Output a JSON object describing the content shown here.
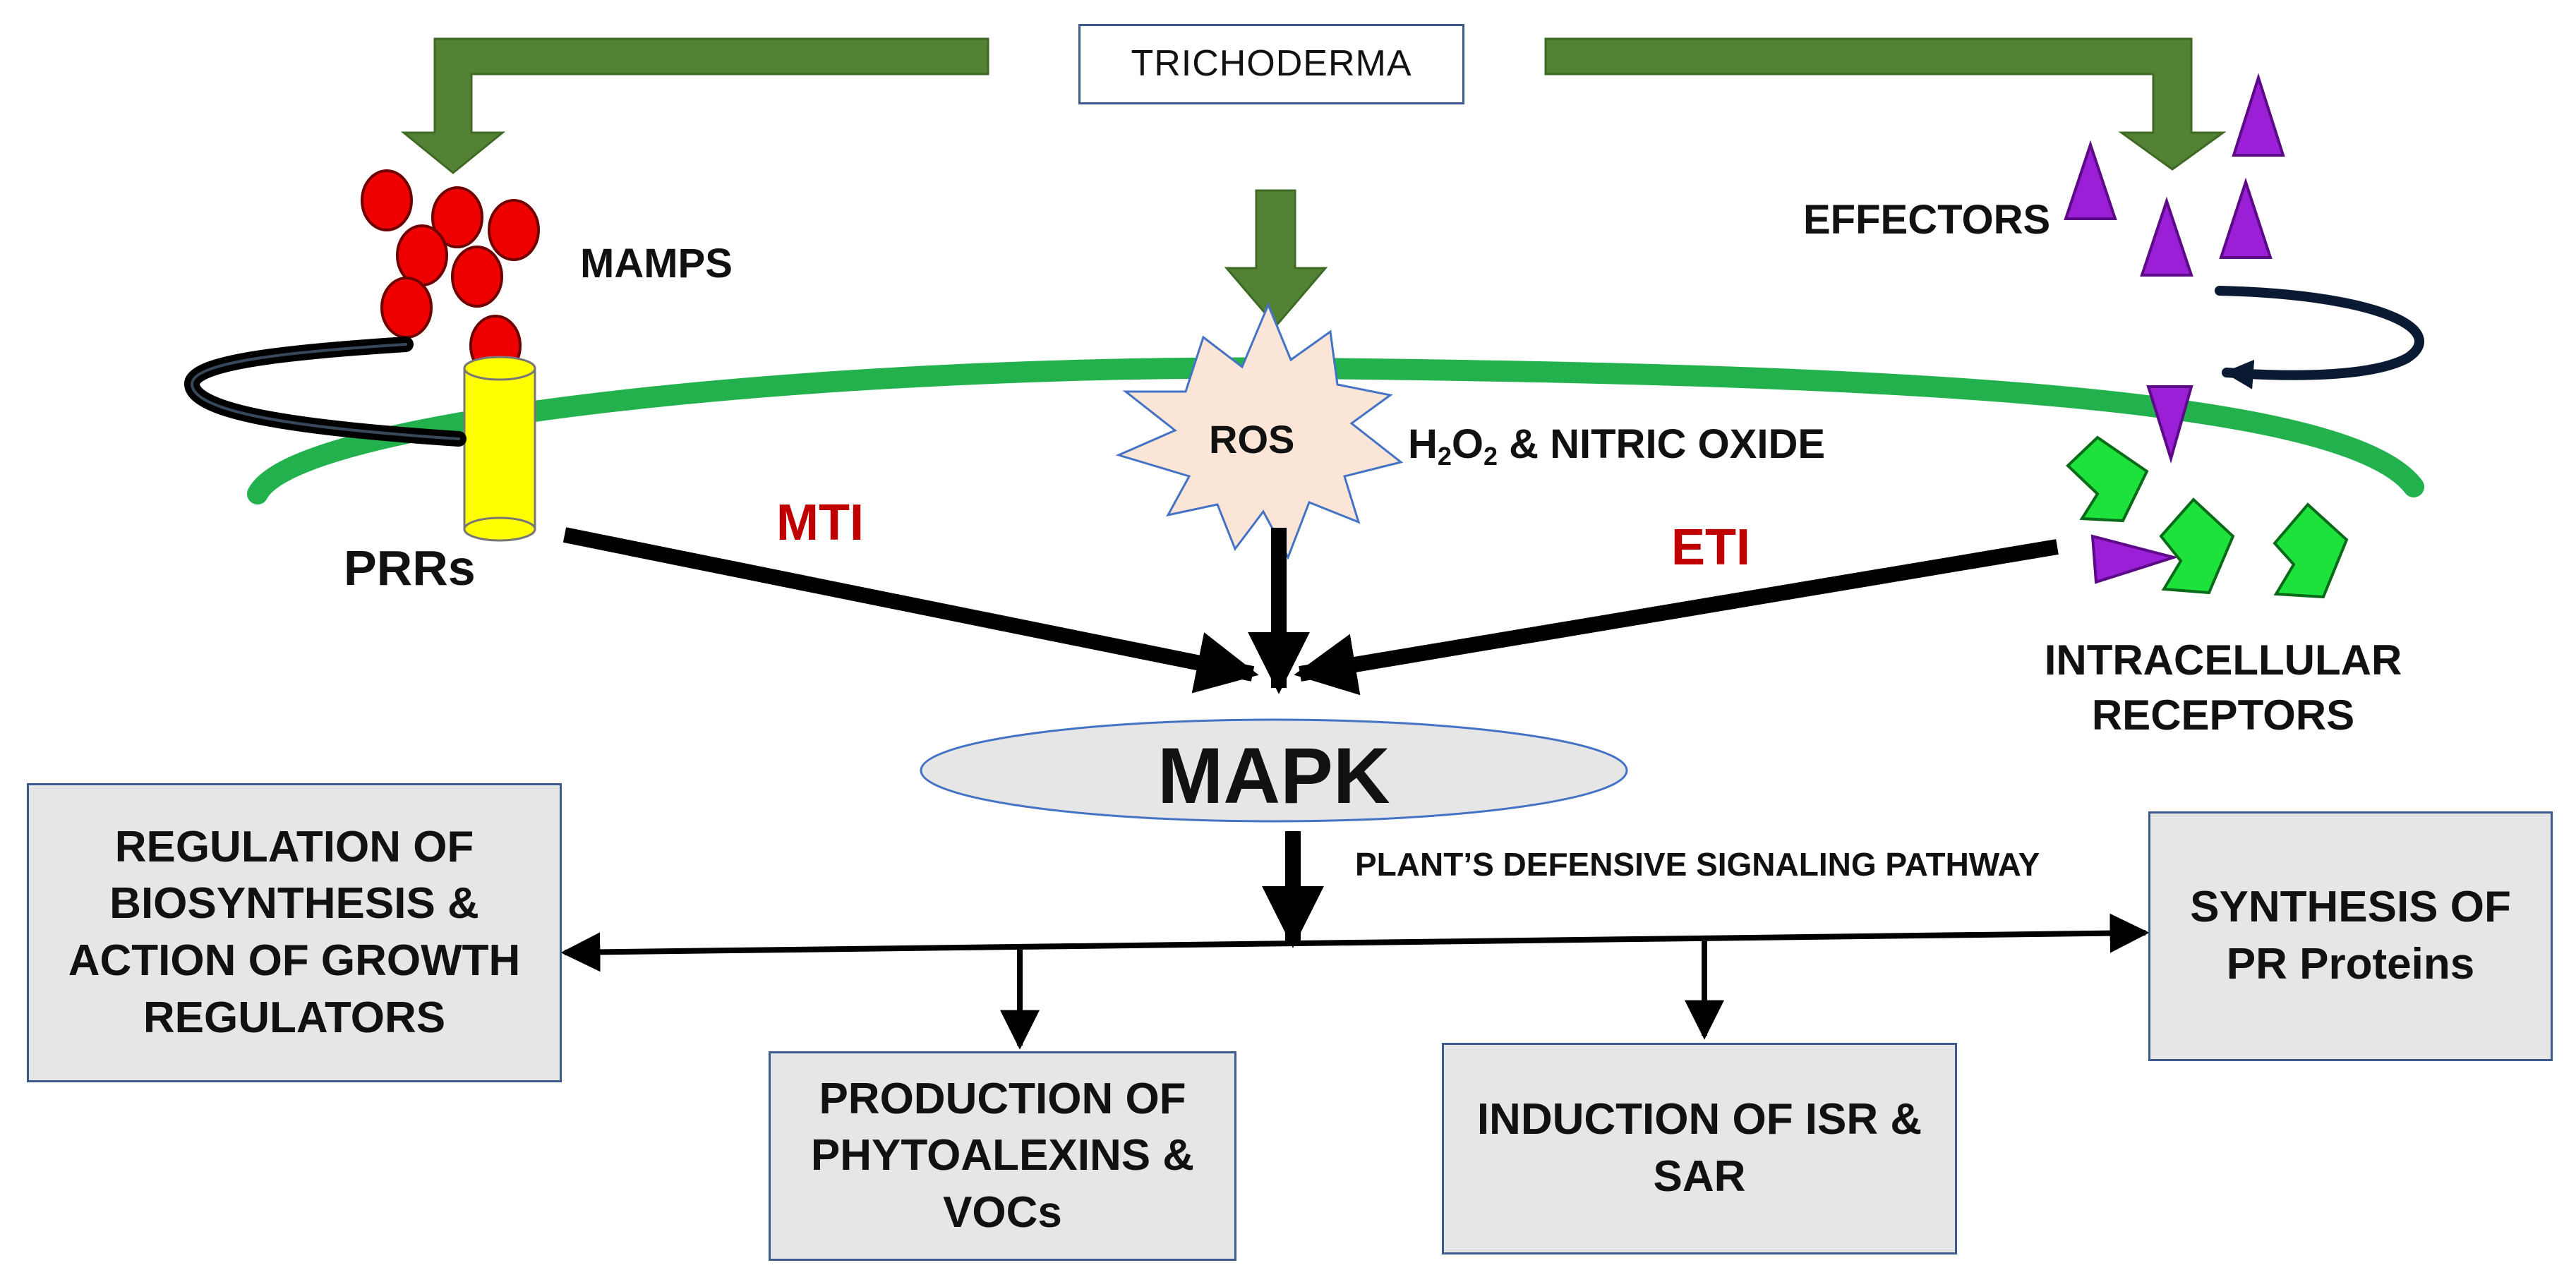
{
  "source": {
    "label": "TRICHODERMA"
  },
  "molecules": {
    "mamps": "MAMPS",
    "effectors": "EFFECTORS",
    "ros": "ROS",
    "h2o2_h": "H",
    "h2o2_2a": "2",
    "h2o2_o": "O",
    "h2o2_2b": "2",
    "h2o2_rest": " & NITRIC OXIDE"
  },
  "receptors": {
    "prrs": "PRRs",
    "intracellular_line1": "INTRACELLULAR",
    "intracellular_line2": "RECEPTORS"
  },
  "immunity": {
    "mti": "MTI",
    "eti": "ETI"
  },
  "hub": {
    "label": "MAPK",
    "pathway": "PLANT’S DEFENSIVE SIGNALING PATHWAY"
  },
  "outcomes": {
    "growth": [
      "REGULATION OF",
      "BIOSYNTHESIS &",
      "ACTION OF GROWTH",
      "REGULATORS"
    ],
    "phytoalexins": [
      "PRODUCTION OF",
      "PHYTOALEXINS &",
      "VOCs"
    ],
    "isr_sar": [
      "INDUCTION OF ISR &",
      "SAR"
    ],
    "pr_proteins": [
      "SYNTHESIS OF",
      "PR Proteins"
    ]
  },
  "colors": {
    "green_arrow": "#548235",
    "membrane": "#22b14c",
    "mamp_red": "#ee0000",
    "prr_yellow": "#ffff00",
    "effector_purple": "#9b1fd6",
    "receptor_green": "#1de23c",
    "ros_fill": "#fbe5d6",
    "mapk_fill": "#e7e6e6",
    "box_fill": "#e6e6e6",
    "box_border": "#3c5a8c",
    "immunity_red": "#c00000"
  }
}
